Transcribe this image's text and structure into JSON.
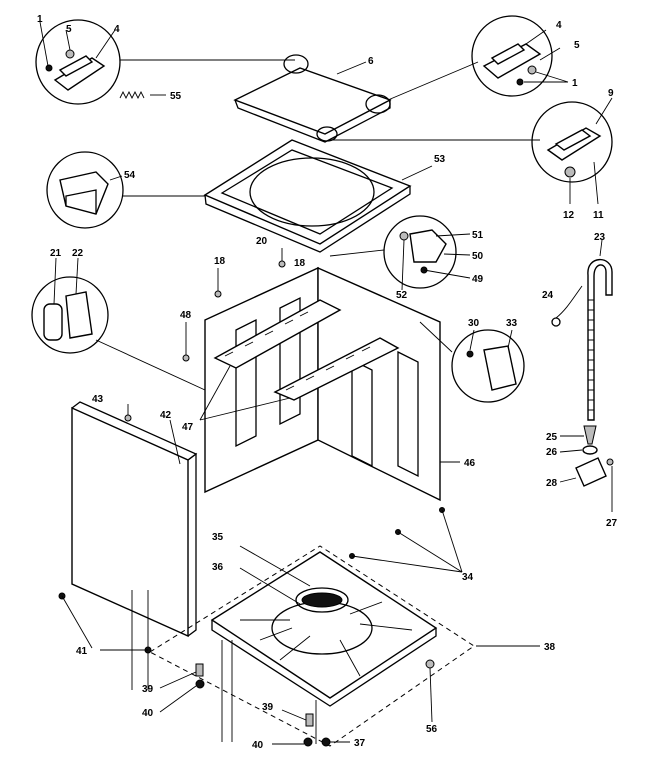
{
  "callouts": {
    "c1a": "1",
    "c5a": "5",
    "c4a": "4",
    "c6": "6",
    "c55": "55",
    "c4b": "4",
    "c5b": "5",
    "c1b": "1",
    "c9": "9",
    "c12": "12",
    "c11": "11",
    "c53": "53",
    "c54": "54",
    "c51": "51",
    "c50": "50",
    "c49": "49",
    "c52": "52",
    "c23": "23",
    "c24": "24",
    "c21": "21",
    "c22": "22",
    "c20": "20",
    "c18a": "18",
    "c18b": "18",
    "c48": "48",
    "c30": "30",
    "c33": "33",
    "c43": "43",
    "c42": "42",
    "c47": "47",
    "c46": "46",
    "c25": "25",
    "c26": "26",
    "c28": "28",
    "c27": "27",
    "c35": "35",
    "c36": "36",
    "c34": "34",
    "c41": "41",
    "c38": "38",
    "c39a": "39",
    "c40a": "40",
    "c39b": "39",
    "c56": "56",
    "c40b": "40",
    "c37": "37"
  }
}
